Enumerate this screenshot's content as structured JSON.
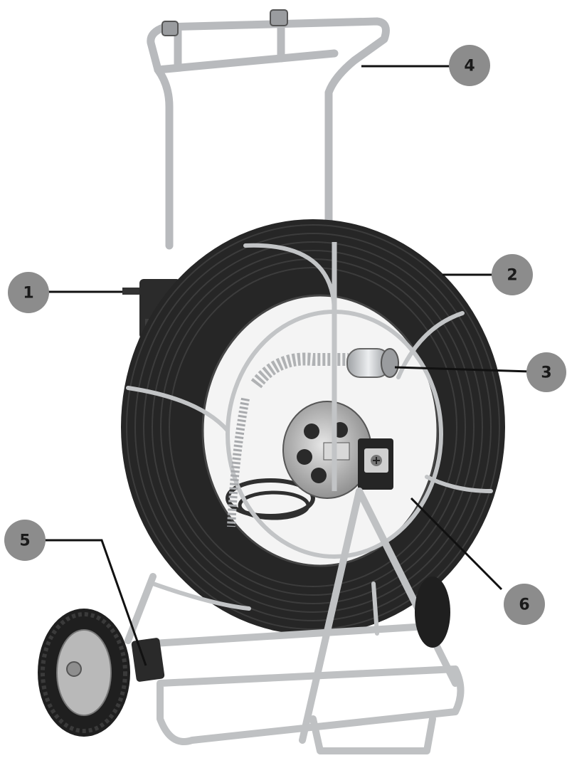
{
  "title": "",
  "colors": {
    "background": "#ffffff",
    "callout_fill": "#8c8c8c",
    "callout_text": "#1a1a1a",
    "leader_line": "#111111",
    "frame_metal": "#c9cbcd",
    "cable": "#2a2a2a",
    "tire": "#222222",
    "hub": "#b5b5b5"
  },
  "callouts": [
    {
      "id": "1",
      "label": "1"
    },
    {
      "id": "2",
      "label": "2"
    },
    {
      "id": "3",
      "label": "3"
    },
    {
      "id": "4",
      "label": "4"
    },
    {
      "id": "5",
      "label": "5"
    },
    {
      "id": "6",
      "label": "6"
    }
  ],
  "illustration": {
    "subject": "cable-reel-cart",
    "parts": [
      "handle",
      "frame",
      "cable-reel",
      "reel-guard",
      "camera-head",
      "slip-ring-box",
      "wheel",
      "brake",
      "counter-box"
    ]
  }
}
